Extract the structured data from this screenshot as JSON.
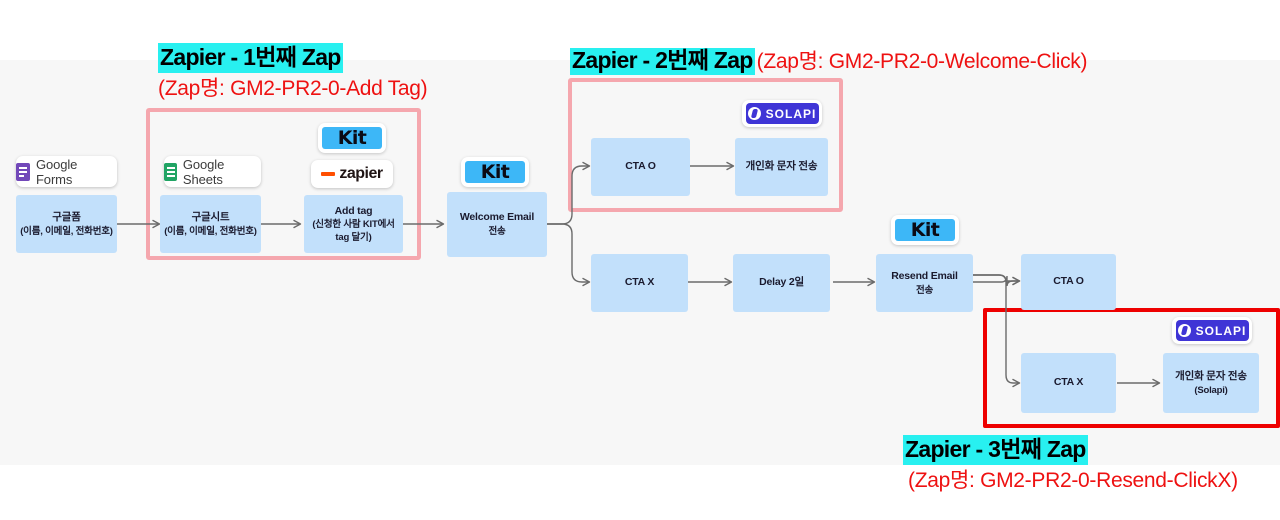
{
  "annotations": [
    {
      "id": "zap1",
      "highlight": "Zapier - 1번째 Zap",
      "red": "(Zap명: GM2-PR2-0-Add Tag)",
      "layout": "stacked"
    },
    {
      "id": "zap2",
      "highlight": "Zapier - 2번째 Zap",
      "red": "(Zap명: GM2-PR2-0-Welcome-Click)",
      "layout": "inline"
    },
    {
      "id": "zap3",
      "highlight": "Zapier - 3번째 Zap",
      "red": "(Zap명: GM2-PR2-0-Resend-ClickX)",
      "layout": "stacked"
    }
  ],
  "logos": {
    "google_forms": "Google Forms",
    "google_sheets": "Google Sheets",
    "kit": "Kit",
    "zapier": "zapier",
    "solapi": "SOLAPI"
  },
  "nodes": {
    "google_form": {
      "line1": "구글폼",
      "line2": "(이름, 이메일, 전화번호)"
    },
    "google_sheet": {
      "line1": "구글시트",
      "line2": "(이름, 이메일, 전화번호)"
    },
    "add_tag": {
      "line1": "Add tag",
      "line2": "(신청한 사람 KIT에서 tag 달기)"
    },
    "welcome_email": {
      "line1": "Welcome Email",
      "line2": "전송"
    },
    "cta_o_top": {
      "line1": "CTA O",
      "line2": ""
    },
    "sms_top": {
      "line1": "개인화 문자 전송",
      "line2": ""
    },
    "cta_x_mid": {
      "line1": "CTA X",
      "line2": ""
    },
    "delay": {
      "line1": "Delay 2일",
      "line2": ""
    },
    "resend_email": {
      "line1": "Resend Email",
      "line2": "전송"
    },
    "cta_o_bottom": {
      "line1": "CTA O",
      "line2": ""
    },
    "cta_x_bottom": {
      "line1": "CTA X",
      "line2": ""
    },
    "sms_bottom": {
      "line1": "개인화 문자 전송",
      "line2": "(Solapi)"
    }
  },
  "colors": {
    "canvas": "#f7f7f7",
    "node_fill": "#c2e0fb",
    "frame_pink": "#f5a7ae",
    "frame_red": "#ee0000",
    "highlight": "#28f0f0",
    "annotation_red": "#ee1111",
    "kit_blue": "#3db7f7",
    "solapi_blue": "#3f35d6",
    "zapier_orange": "#ff4f00",
    "connector": "#6b6b6b"
  }
}
